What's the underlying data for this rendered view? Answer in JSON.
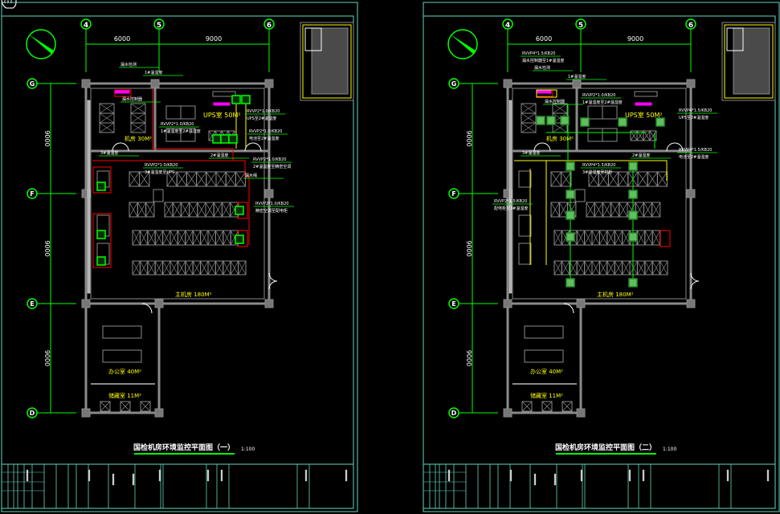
{
  "viewer": {
    "cursor_icon": "hand-pan-icon"
  },
  "colors": {
    "background": "#000000",
    "frame": "#5fd7c0",
    "axis": "#00ff00",
    "wall": "#8a8a8a",
    "room_label": "#ffff00",
    "cable_red": "#ff0000",
    "cable_yellow": "#ffff00",
    "sensor": "#00ff00",
    "magenta": "#ff00ff",
    "cyan": "#00ffff"
  },
  "axes": {
    "columns": [
      "4",
      "5",
      "6"
    ],
    "rows": [
      "G",
      "F",
      "E",
      "D"
    ],
    "col_dims": [
      "6000",
      "9000"
    ],
    "row_dims": [
      "9000",
      "9000",
      "9000"
    ]
  },
  "rooms": {
    "ups": "UPS室 50M²",
    "small": "机房 30M²",
    "main": "主机房 180M²",
    "office": "办公室 40M²",
    "store": "储藏室 11M²"
  },
  "sheets": [
    {
      "title": "国检机房环境监控平面图（一）",
      "scale": "1:100",
      "callouts": [
        {
          "a": "漏水检测",
          "b": ""
        },
        {
          "a": "1#温湿度",
          "b": ""
        },
        {
          "a": "漏水控制器",
          "b": ""
        },
        {
          "a": "RVVP2*1.0/KB20",
          "b": "1#温湿度至2#温湿度"
        },
        {
          "a": "RVVP2*1.0/KB20",
          "b": "UPS至2#温湿度"
        },
        {
          "a": "RVVP2*1.0/KB20",
          "b": "电池至2#温湿度"
        },
        {
          "a": "2#温湿度",
          "b": ""
        },
        {
          "a": "3#温湿度",
          "b": ""
        },
        {
          "a": "RVVP2*1.0/KB20",
          "b": "3#温湿度至UPS"
        },
        {
          "a": "RVVP2*1.0/KB20",
          "b": "2#温湿度至精密空调"
        },
        {
          "a": "漏水绳",
          "b": ""
        },
        {
          "a": "RVVP2*1.0/KB20",
          "b": "精密空调至配电柜"
        }
      ]
    },
    {
      "title": "国检机房环境监控平面图（二）",
      "scale": "1:100",
      "callouts": [
        {
          "a": "RVVP4*1.5/KB20",
          "b": "漏水控制器至1#温湿度"
        },
        {
          "a": "漏水检测",
          "b": ""
        },
        {
          "a": "1#温湿度",
          "b": ""
        },
        {
          "a": "漏水控制器",
          "b": ""
        },
        {
          "a": "RVVP2*1.0/KB20",
          "b": "1#温湿度至2#温湿度"
        },
        {
          "a": "RVVP4*1.5/KB20",
          "b": "UPS至2#温湿度"
        },
        {
          "a": "RVVP4*1.5/KB20",
          "b": "电池至2#温湿度"
        },
        {
          "a": "2#温湿度",
          "b": ""
        },
        {
          "a": "3#温湿度",
          "b": ""
        },
        {
          "a": "RVVP4*1.5/KB20",
          "b": "3#温湿度至机柜"
        },
        {
          "a": "RVVP2*1.5/KB20",
          "b": "配电柜至3#温湿度"
        },
        {
          "a": "",
          "b": ""
        }
      ]
    }
  ]
}
